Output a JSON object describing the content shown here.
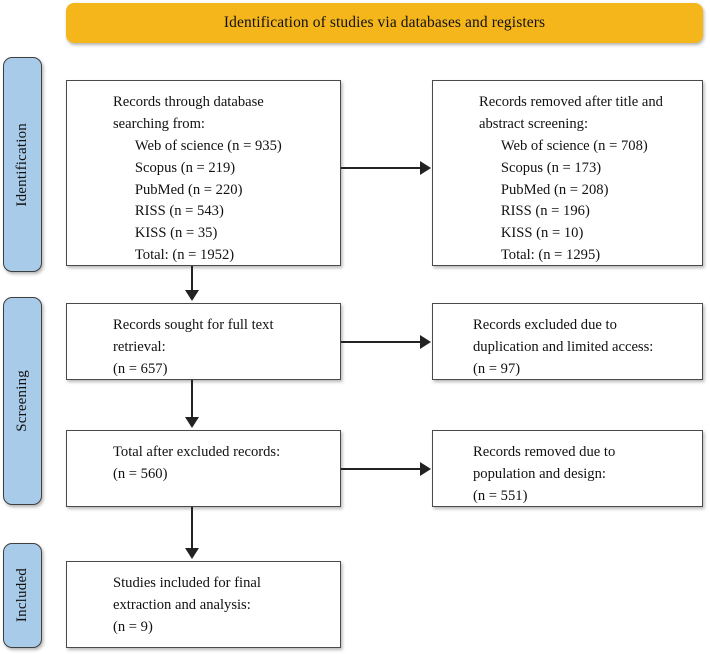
{
  "header": {
    "title": "Identification of studies via databases and registers",
    "color": "#F5B61B"
  },
  "stages": {
    "color": "#A8CBEA",
    "identification": "Identification",
    "screening": "Screening",
    "included": "Included"
  },
  "boxes": {
    "records_identified": "Records through database\nsearching from:\n      Web of science (n = 935)\n      Scopus (n = 219)\n      PubMed (n = 220)\n      RISS (n = 543)\n      KISS (n = 35)\n      Total: (n = 1952)",
    "records_removed_screening": "Records removed after title and\nabstract screening:\n      Web of science (n = 708)\n      Scopus (n = 173)\n      PubMed (n = 208)\n      RISS (n = 196)\n      KISS (n = 10)\n      Total: (n = 1295)",
    "records_sought": "Records sought for full text\nretrieval:\n(n = 657)",
    "records_excluded": "Records excluded due to\nduplication and limited access:\n(n = 97)",
    "total_after_excluded": "Total after excluded records:\n(n = 560)",
    "records_removed_population": "Records removed due to\npopulation and design:\n(n = 551)",
    "studies_included": "Studies included for final\nextraction and analysis:\n(n = 9)"
  },
  "flow_data": {
    "type": "prisma-flow",
    "identified": {
      "sources": [
        "Web of science",
        "Scopus",
        "PubMed",
        "RISS",
        "KISS"
      ],
      "counts": [
        935,
        219,
        220,
        543,
        35
      ],
      "total": 1952
    },
    "removed_title_abstract": {
      "sources": [
        "Web of science",
        "Scopus",
        "PubMed",
        "RISS",
        "KISS"
      ],
      "counts": [
        708,
        173,
        208,
        196,
        10
      ],
      "total": 1295
    },
    "sought_full_text": 657,
    "excluded_duplication_access": 97,
    "total_after_excluded": 560,
    "removed_population_design": 551,
    "studies_included": 9
  }
}
